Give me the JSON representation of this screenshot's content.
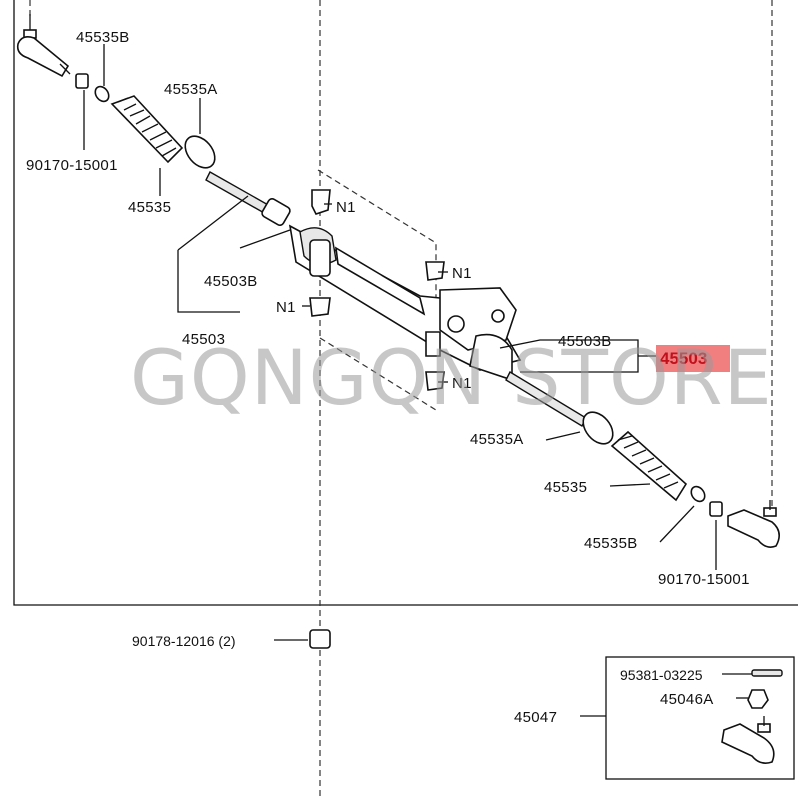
{
  "watermark": "GQNGQN STORE",
  "highlight_color": "#f27f80",
  "labels": {
    "boot_clamp_small_left": "45535B",
    "boot_clamp_large_left": "45535A",
    "nut_left": "90170-15001",
    "boot_left": "45535",
    "inner_end_left": "45503B",
    "tie_rod_left": "45503",
    "n1_top": "N1",
    "n1_mid": "N1",
    "n1_left": "N1",
    "n1_bottom": "N1",
    "inner_end_right": "45503B",
    "tie_rod_right_highlight": "45503",
    "boot_clamp_large_right": "45535A",
    "boot_right": "45535",
    "boot_clamp_small_right": "45535B",
    "nut_right": "90170-15001",
    "mount_bolt": "90178-12016 (2)",
    "screw": "95381-03225",
    "nut_inset": "45046A",
    "tie_rod_end_assy": "45047"
  }
}
